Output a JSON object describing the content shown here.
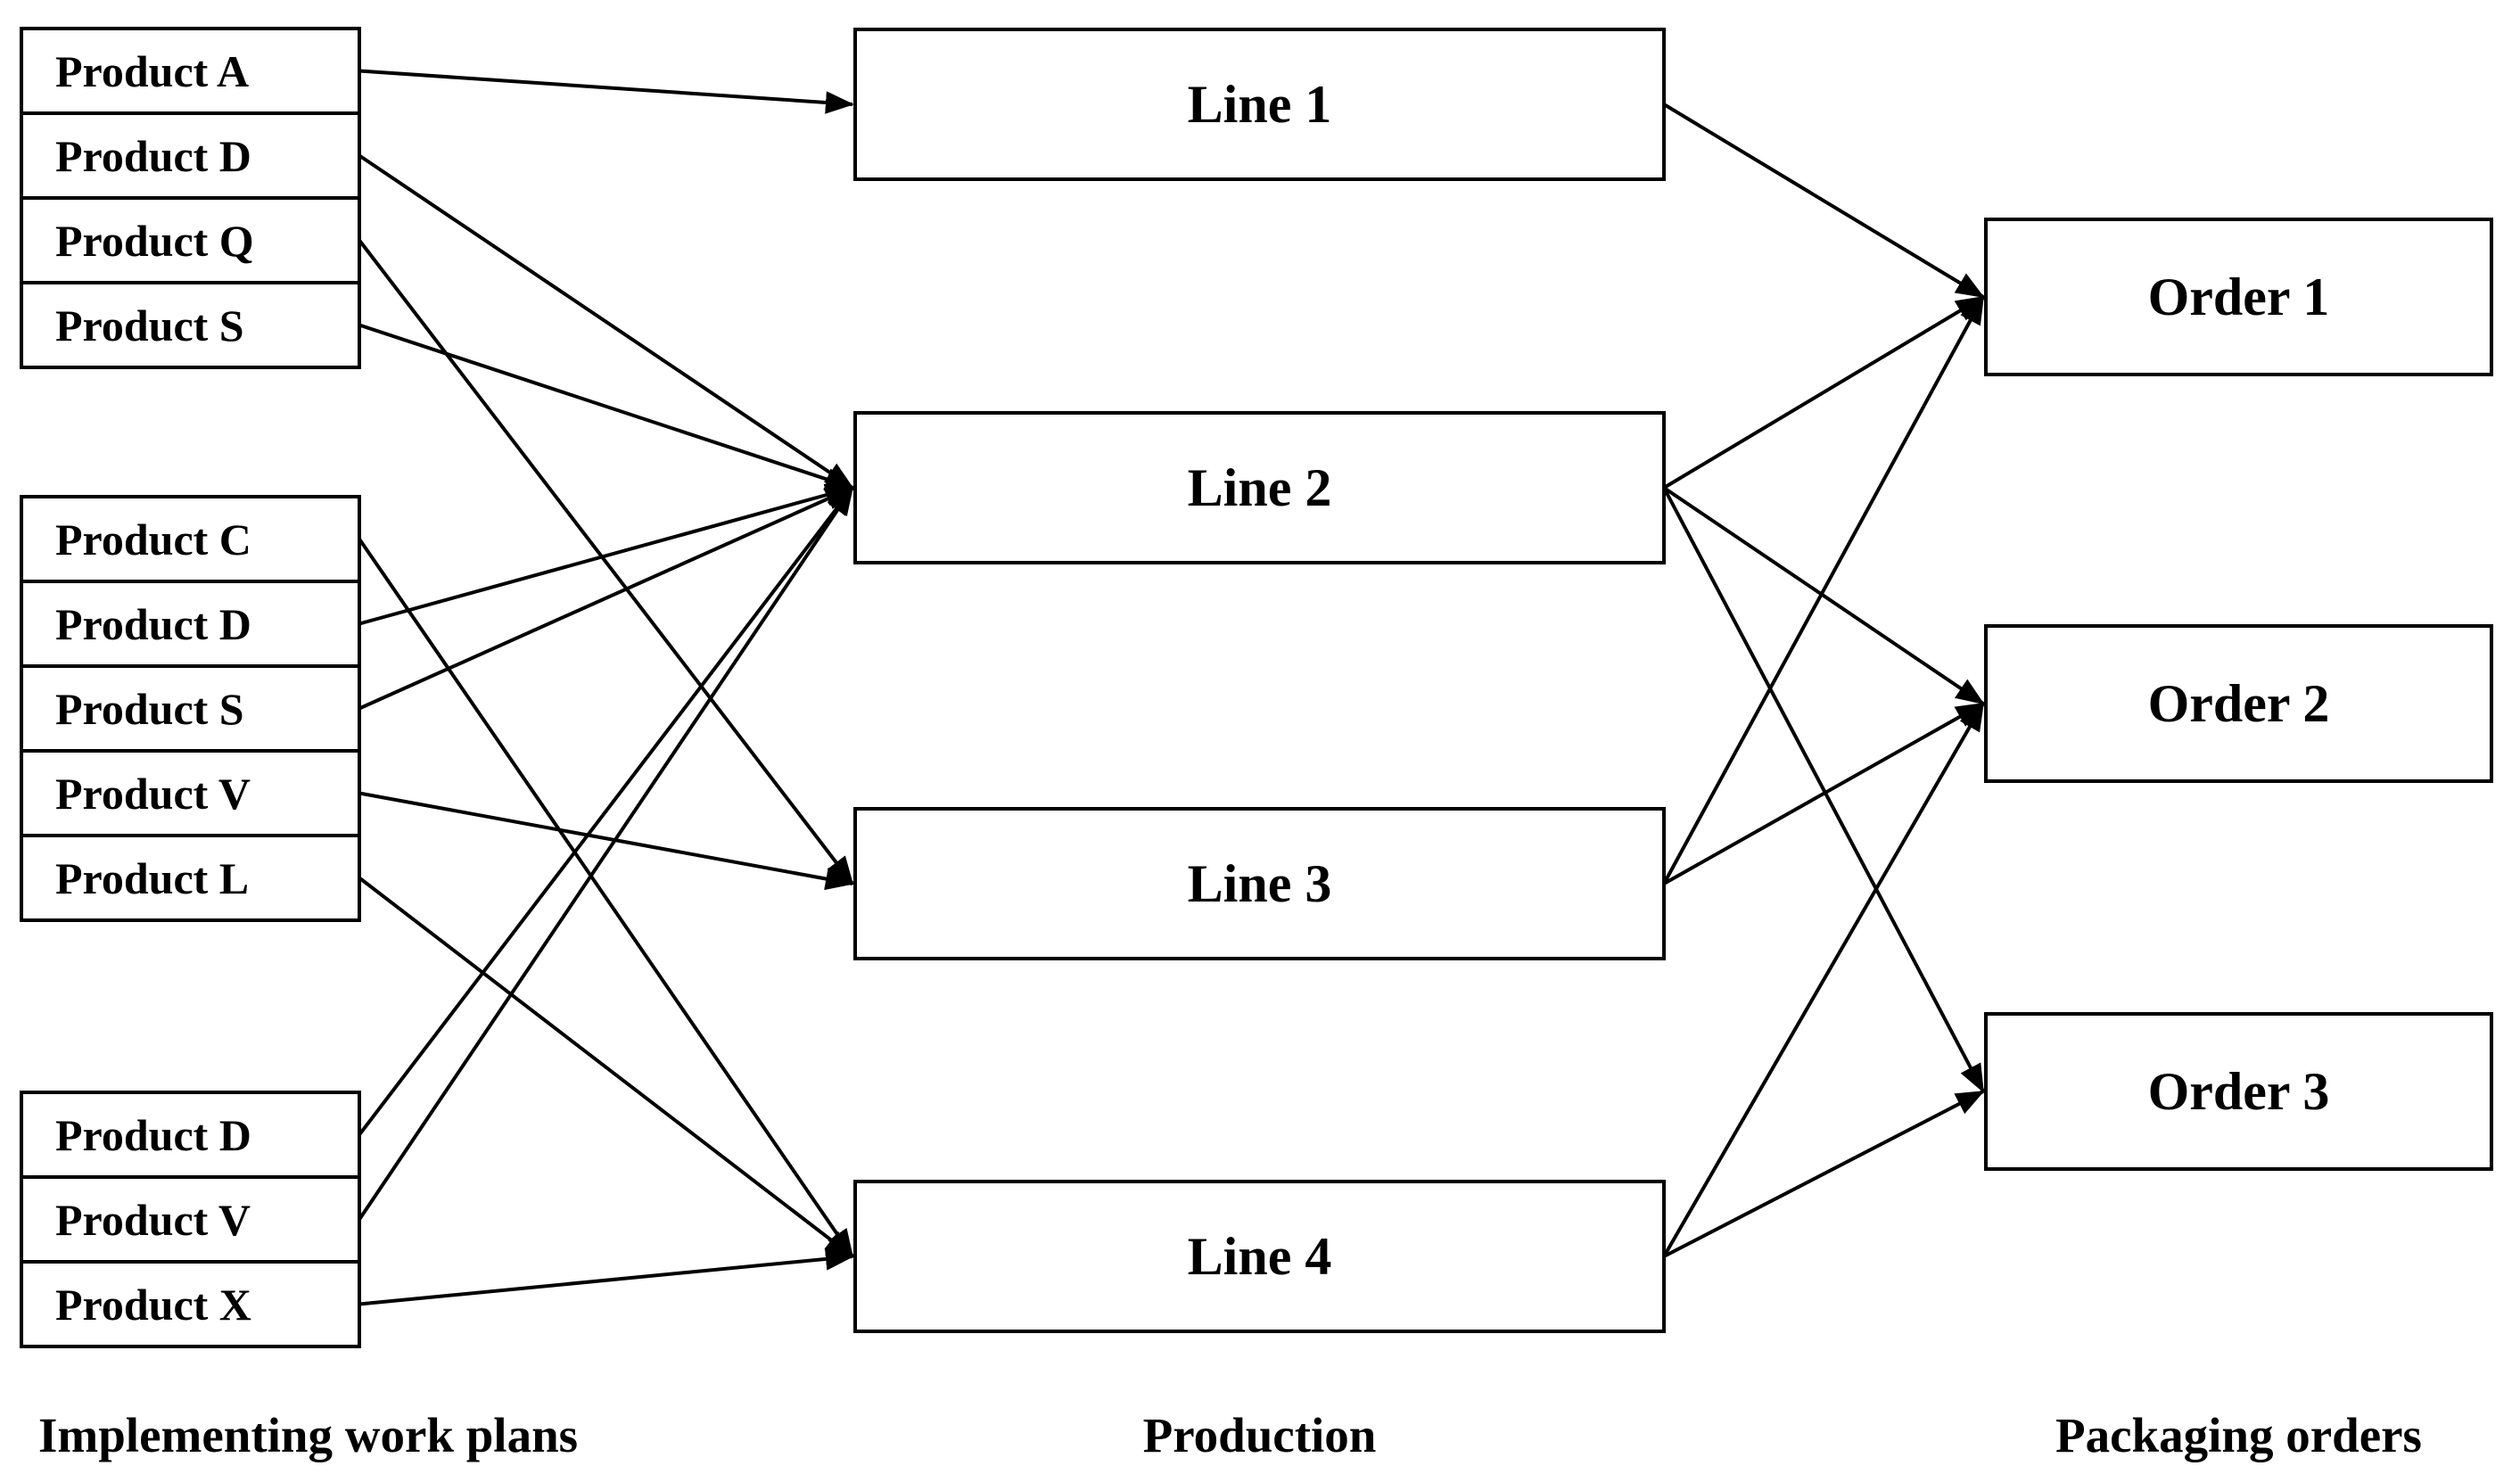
{
  "diagram": {
    "column_labels": {
      "left": "Implementing work plans",
      "middle": "Production",
      "right": "Packaging orders"
    },
    "product_groups": [
      {
        "items": [
          {
            "id": "p-a1",
            "label": "Product A"
          },
          {
            "id": "p-d1",
            "label": "Product D"
          },
          {
            "id": "p-q1",
            "label": "Product Q"
          },
          {
            "id": "p-s1",
            "label": "Product S"
          }
        ]
      },
      {
        "items": [
          {
            "id": "p-c2",
            "label": "Product C"
          },
          {
            "id": "p-d2",
            "label": "Product D"
          },
          {
            "id": "p-s2",
            "label": "Product S"
          },
          {
            "id": "p-v2",
            "label": "Product V"
          },
          {
            "id": "p-l2",
            "label": "Product L"
          }
        ]
      },
      {
        "items": [
          {
            "id": "p-d3",
            "label": "Product D"
          },
          {
            "id": "p-v3",
            "label": "Product V"
          },
          {
            "id": "p-x3",
            "label": "Product X"
          }
        ]
      }
    ],
    "production_lines": [
      {
        "id": "line1",
        "label": "Line 1"
      },
      {
        "id": "line2",
        "label": "Line 2"
      },
      {
        "id": "line3",
        "label": "Line 3"
      },
      {
        "id": "line4",
        "label": "Line 4"
      }
    ],
    "packaging_orders": [
      {
        "id": "order1",
        "label": "Order 1"
      },
      {
        "id": "order2",
        "label": "Order 2"
      },
      {
        "id": "order3",
        "label": "Order 3"
      }
    ],
    "edges": [
      {
        "from": "p-a1",
        "to": "line1"
      },
      {
        "from": "p-d1",
        "to": "line2"
      },
      {
        "from": "p-q1",
        "to": "line3"
      },
      {
        "from": "p-s1",
        "to": "line2"
      },
      {
        "from": "p-c2",
        "to": "line4"
      },
      {
        "from": "p-d2",
        "to": "line2"
      },
      {
        "from": "p-s2",
        "to": "line2"
      },
      {
        "from": "p-v2",
        "to": "line3"
      },
      {
        "from": "p-l2",
        "to": "line4"
      },
      {
        "from": "p-d3",
        "to": "line2"
      },
      {
        "from": "p-v3",
        "to": "line2"
      },
      {
        "from": "p-x3",
        "to": "line4"
      },
      {
        "from": "line1",
        "to": "order1"
      },
      {
        "from": "line2",
        "to": "order1"
      },
      {
        "from": "line2",
        "to": "order2"
      },
      {
        "from": "line2",
        "to": "order3"
      },
      {
        "from": "line3",
        "to": "order1"
      },
      {
        "from": "line3",
        "to": "order2"
      },
      {
        "from": "line4",
        "to": "order2"
      },
      {
        "from": "line4",
        "to": "order3"
      }
    ],
    "arrow_color": "#000000",
    "box_border_color": "#000000",
    "box_fill_color": "#ffffff"
  }
}
